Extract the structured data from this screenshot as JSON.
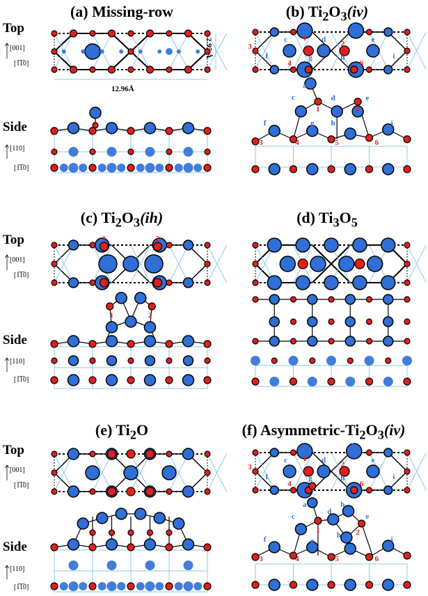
{
  "panels": [
    {
      "id": "a",
      "title": "(a) Missing-row"
    },
    {
      "id": "b",
      "title_prefix": "(b) Ti",
      "title_sub1": "2",
      "title_mid": "O",
      "title_sub2": "3",
      "title_suffix": "(iv)"
    },
    {
      "id": "c",
      "title_prefix": "(c) Ti",
      "title_sub1": "2",
      "title_mid": "O",
      "title_sub2": "3",
      "title_suffix": "(ih)"
    },
    {
      "id": "d",
      "title_prefix": "(d) Ti",
      "title_sub1": "3",
      "title_mid": "O",
      "title_sub2": "5",
      "title_suffix": ""
    },
    {
      "id": "e",
      "title_prefix": "(e) Ti",
      "title_sub1": "2",
      "title_mid": "O",
      "title_sub2": "",
      "title_suffix": ""
    },
    {
      "id": "f",
      "title_prefix": "(f) Asymmetric-Ti",
      "title_sub1": "2",
      "title_mid": "O",
      "title_sub2": "3",
      "title_suffix": "(iv)"
    }
  ],
  "labels": {
    "top": "Top",
    "side": "Side",
    "dir_001": "[001]",
    "dir_110": "[110]",
    "dir_1m10": "[1̅1̅0]",
    "scale_width": "12.96Å",
    "scale_height": "2.95 Å"
  },
  "atom_labels_blue": [
    "a",
    "b",
    "c",
    "d",
    "e",
    "f",
    "g",
    "h",
    "i"
  ],
  "atom_labels_red": [
    "1",
    "2",
    "3",
    "4",
    "5",
    "6"
  ],
  "colors": {
    "ti": "#2f6fd6",
    "o": "#e0201c",
    "bond": "#000000",
    "bulk_bond": "#8ec8ea",
    "label_blue": "#2f6fd6",
    "label_red": "#e0201c"
  }
}
